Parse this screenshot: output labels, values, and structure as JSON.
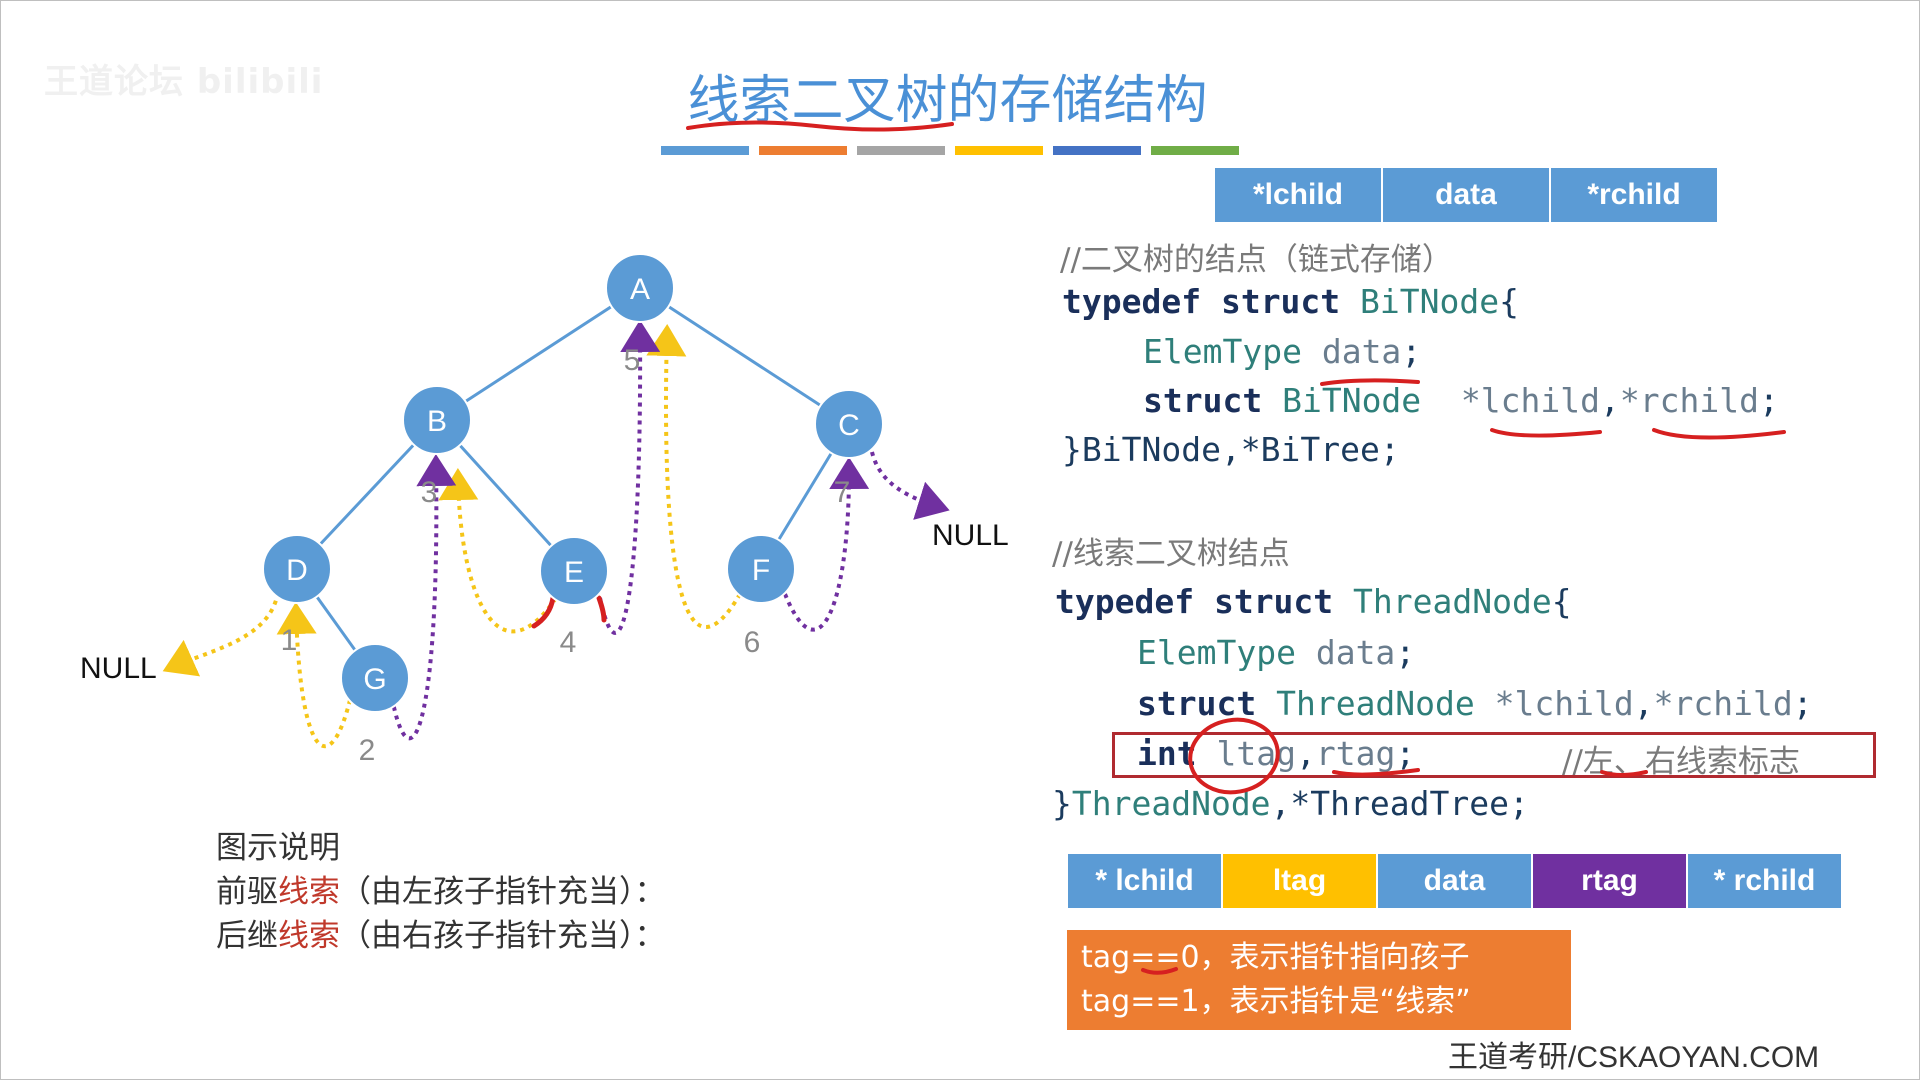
{
  "watermark": "王道论坛 bilibili",
  "title": "线索二叉树的存储结构",
  "colors": {
    "node_fill": "#5b9bd5",
    "pred_thread": "#f5c518",
    "succ_thread": "#7030a0",
    "annotation_red": "#d62020",
    "tag_box": "#ed7d31",
    "ltag_fill": "#ffc000",
    "rtag_fill": "#7030a0",
    "cell_blue": "#5b9bd5"
  },
  "color_bar": [
    "#5b9bd5",
    "#ed7d31",
    "#a5a5a5",
    "#ffc000",
    "#4472c4",
    "#70ad47"
  ],
  "bitnode_fields": [
    "*lchild",
    "data",
    "*rchild"
  ],
  "code_bitnode": {
    "comment": "//二叉树的结点（链式存储）",
    "kw_typedef": "typedef",
    "kw_struct": "struct",
    "name": "BiTNode",
    "brace_open": "{",
    "elemtype": "ElemType",
    "data_field": "data",
    "semicolon": ";",
    "ptr_lchild": "*lchild",
    "comma": ",",
    "ptr_rchild": "*rchild",
    "closing": "}BiTNode,*BiTree;"
  },
  "code_thread": {
    "comment": "//线索二叉树结点",
    "kw_typedef": "typedef",
    "kw_struct": "struct",
    "name": "ThreadNode",
    "brace_open": "{",
    "elemtype": "ElemType",
    "data_field": "data",
    "semicolon": ";",
    "ptr_lchild": "*lchild",
    "comma": ",",
    "ptr_rchild": "*rchild",
    "kw_int": "int",
    "ltag": "ltag",
    "rtag": "rtag",
    "tag_comment": "//左、右线索标志",
    "closing_brace": "}",
    "closing_name": "ThreadNode",
    "closing_rest": ",*ThreadTree;"
  },
  "thread_fields": [
    {
      "label": "* lchild",
      "color": "#5b9bd5"
    },
    {
      "label": "ltag",
      "color": "#ffc000"
    },
    {
      "label": "data",
      "color": "#5b9bd5"
    },
    {
      "label": "rtag",
      "color": "#7030a0"
    },
    {
      "label": "* rchild",
      "color": "#5b9bd5"
    }
  ],
  "tag_explain": {
    "line0": "tag==0，表示指针指向孩子",
    "line1": "tag==1，表示指针是“线索”"
  },
  "tree": {
    "nodes": [
      "A",
      "B",
      "C",
      "D",
      "E",
      "F",
      "G"
    ],
    "edges": [
      [
        "A",
        "B"
      ],
      [
        "A",
        "C"
      ],
      [
        "B",
        "D"
      ],
      [
        "B",
        "E"
      ],
      [
        "C",
        "F"
      ],
      [
        "D",
        "G"
      ]
    ],
    "inorder_numbers": [
      "1",
      "2",
      "3",
      "4",
      "5",
      "6",
      "7"
    ],
    "null_label": "NULL"
  },
  "legend": {
    "title": "图示说明",
    "pred_prefix": "前驱",
    "pred_word": "线索",
    "pred_suffix": "（由左孩子指针充当）：",
    "succ_prefix": "后继",
    "succ_word": "线索",
    "succ_suffix": "（由右孩子指针充当）："
  },
  "footer": "王道考研/CSKAOYAN.COM"
}
